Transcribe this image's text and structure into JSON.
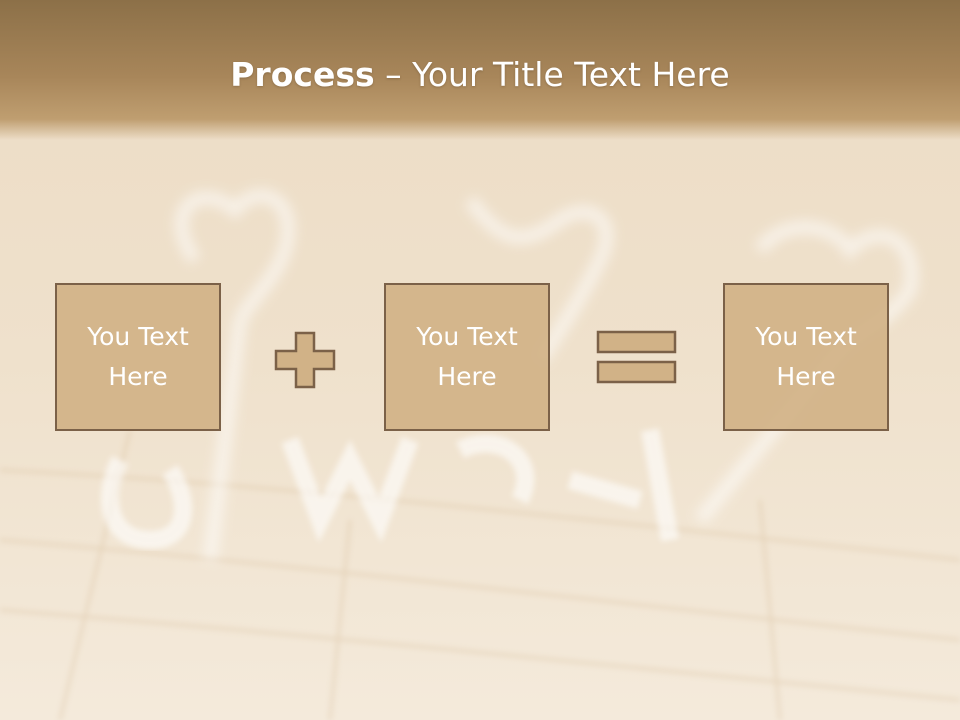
{
  "title": {
    "bold": "Process",
    "separator": " – ",
    "rest": "Your Title Text Here"
  },
  "boxes": [
    {
      "text": "You Text\nHere"
    },
    {
      "text": "You Text\nHere"
    },
    {
      "text": "You Text\nHere"
    }
  ],
  "operators": {
    "first": "plus-icon",
    "second": "equals-icon"
  },
  "colors": {
    "title_band": "#a8865a",
    "box_fill": "#d1b287",
    "box_border": "#7b6148",
    "text": "#ffffff"
  }
}
